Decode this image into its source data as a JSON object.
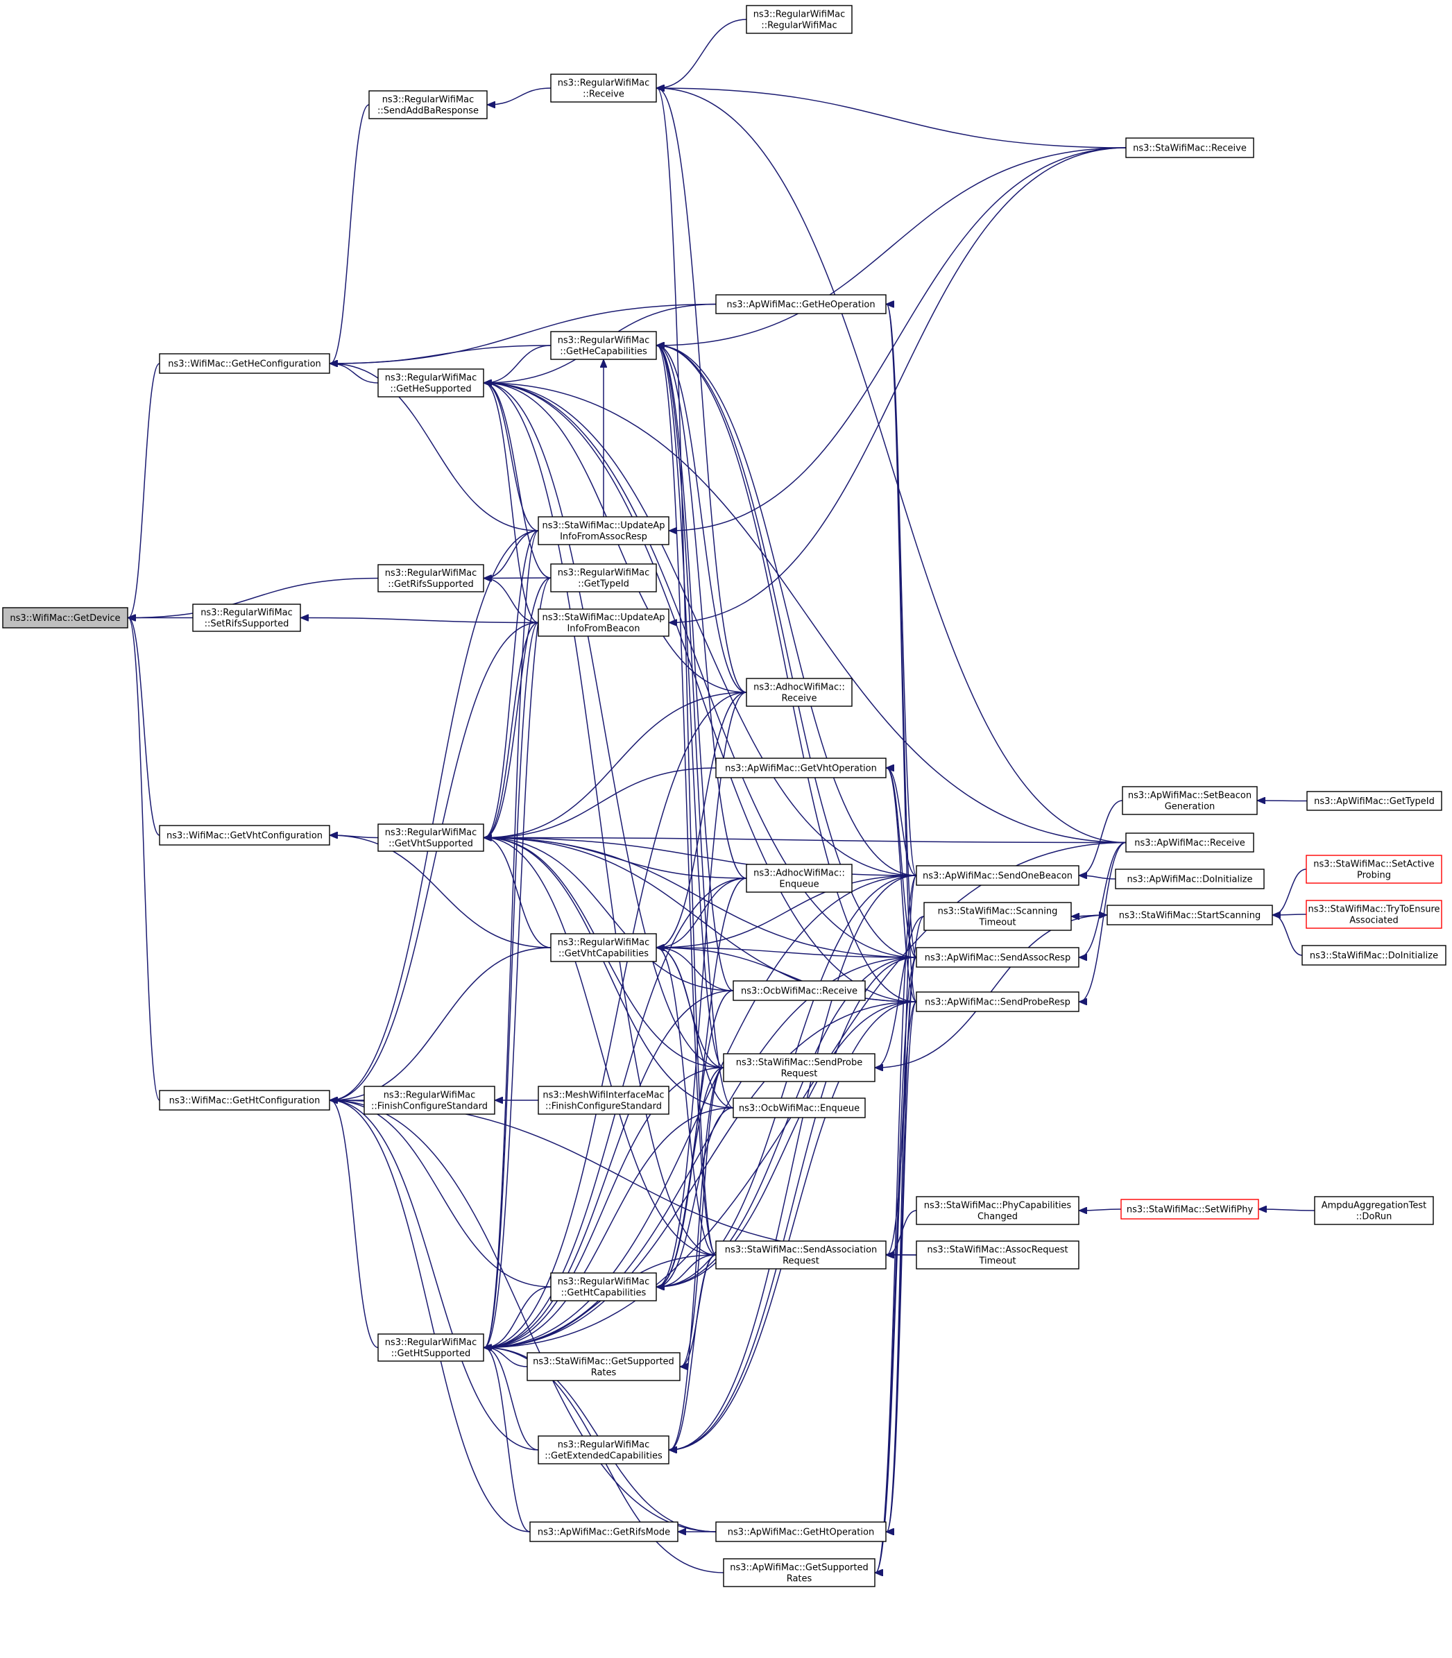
{
  "diagram": {
    "nodes": [
      {
        "id": "wm_getdevice",
        "lines": [
          "ns3::WifiMac::GetDevice"
        ],
        "focus": true
      },
      {
        "id": "rwm_setrifs",
        "lines": [
          "ns3::RegularWifiMac",
          "::SetRifsSupported"
        ]
      },
      {
        "id": "wm_gethecfg",
        "lines": [
          "ns3::WifiMac::GetHeConfiguration"
        ]
      },
      {
        "id": "wm_getvhtcfg",
        "lines": [
          "ns3::WifiMac::GetVhtConfiguration"
        ]
      },
      {
        "id": "wm_gethtcfg",
        "lines": [
          "ns3::WifiMac::GetHtConfiguration"
        ]
      },
      {
        "id": "rwm_sendaddba",
        "lines": [
          "ns3::RegularWifiMac",
          "::SendAddBaResponse"
        ]
      },
      {
        "id": "rwm_hesupp",
        "lines": [
          "ns3::RegularWifiMac",
          "::GetHeSupported"
        ]
      },
      {
        "id": "rwm_rifssupp",
        "lines": [
          "ns3::RegularWifiMac",
          "::GetRifsSupported"
        ]
      },
      {
        "id": "rwm_vhtsupp",
        "lines": [
          "ns3::RegularWifiMac",
          "::GetVhtSupported"
        ]
      },
      {
        "id": "rwm_finishcfg",
        "lines": [
          "ns3::RegularWifiMac",
          "::FinishConfigureStandard"
        ]
      },
      {
        "id": "rwm_htsupp",
        "lines": [
          "ns3::RegularWifiMac",
          "::GetHtSupported"
        ]
      },
      {
        "id": "rwm_ctor",
        "lines": [
          "ns3::RegularWifiMac",
          "::RegularWifiMac"
        ]
      },
      {
        "id": "rwm_receive",
        "lines": [
          "ns3::RegularWifiMac",
          "::Receive"
        ]
      },
      {
        "id": "rwm_hecaps",
        "lines": [
          "ns3::RegularWifiMac",
          "::GetHeCapabilities"
        ]
      },
      {
        "id": "sta_updassoc",
        "lines": [
          "ns3::StaWifiMac::UpdateAp",
          "InfoFromAssocResp"
        ]
      },
      {
        "id": "rwm_gettypeid",
        "lines": [
          "ns3::RegularWifiMac",
          "::GetTypeId"
        ]
      },
      {
        "id": "sta_updbeacon",
        "lines": [
          "ns3::StaWifiMac::UpdateAp",
          "InfoFromBeacon"
        ]
      },
      {
        "id": "rwm_vhtcaps",
        "lines": [
          "ns3::RegularWifiMac",
          "::GetVhtCapabilities"
        ]
      },
      {
        "id": "mesh_finishcfg",
        "lines": [
          "ns3::MeshWifiInterfaceMac",
          "::FinishConfigureStandard"
        ]
      },
      {
        "id": "rwm_htcaps",
        "lines": [
          "ns3::RegularWifiMac",
          "::GetHtCapabilities"
        ]
      },
      {
        "id": "sta_getsuprates",
        "lines": [
          "ns3::StaWifiMac::GetSupported",
          "Rates"
        ]
      },
      {
        "id": "rwm_extcaps",
        "lines": [
          "ns3::RegularWifiMac",
          "::GetExtendedCapabilities"
        ]
      },
      {
        "id": "ap_getrifsmode",
        "lines": [
          "ns3::ApWifiMac::GetRifsMode"
        ]
      },
      {
        "id": "ap_getheop",
        "lines": [
          "ns3::ApWifiMac::GetHeOperation"
        ]
      },
      {
        "id": "adhoc_receive",
        "lines": [
          "ns3::AdhocWifiMac::",
          "Receive"
        ]
      },
      {
        "id": "ap_getvhtop",
        "lines": [
          "ns3::ApWifiMac::GetVhtOperation"
        ]
      },
      {
        "id": "adhoc_enqueue",
        "lines": [
          "ns3::AdhocWifiMac::",
          "Enqueue"
        ]
      },
      {
        "id": "ocb_receive",
        "lines": [
          "ns3::OcbWifiMac::Receive"
        ]
      },
      {
        "id": "sta_sendprobe",
        "lines": [
          "ns3::StaWifiMac::SendProbe",
          "Request"
        ]
      },
      {
        "id": "ocb_enqueue",
        "lines": [
          "ns3::OcbWifiMac::Enqueue"
        ]
      },
      {
        "id": "sta_sendassoc",
        "lines": [
          "ns3::StaWifiMac::SendAssociation",
          "Request"
        ]
      },
      {
        "id": "ap_gethtop",
        "lines": [
          "ns3::ApWifiMac::GetHtOperation"
        ]
      },
      {
        "id": "ap_getsuprates",
        "lines": [
          "ns3::ApWifiMac::GetSupported",
          "Rates"
        ]
      },
      {
        "id": "ap_sendonebeacon",
        "lines": [
          "ns3::ApWifiMac::SendOneBeacon"
        ]
      },
      {
        "id": "sta_scantimeout",
        "lines": [
          "ns3::StaWifiMac::Scanning",
          "Timeout"
        ]
      },
      {
        "id": "ap_sendassocresp",
        "lines": [
          "ns3::ApWifiMac::SendAssocResp"
        ]
      },
      {
        "id": "ap_sendproberesp",
        "lines": [
          "ns3::ApWifiMac::SendProbeResp"
        ]
      },
      {
        "id": "sta_phycaps",
        "lines": [
          "ns3::StaWifiMac::PhyCapabilities",
          "Changed"
        ]
      },
      {
        "id": "sta_assoctimeout",
        "lines": [
          "ns3::StaWifiMac::AssocRequest",
          "Timeout"
        ]
      },
      {
        "id": "sta_receive",
        "lines": [
          "ns3::StaWifiMac::Receive"
        ]
      },
      {
        "id": "ap_setbeacongen",
        "lines": [
          "ns3::ApWifiMac::SetBeacon",
          "Generation"
        ]
      },
      {
        "id": "ap_receive",
        "lines": [
          "ns3::ApWifiMac::Receive"
        ]
      },
      {
        "id": "ap_doinit",
        "lines": [
          "ns3::ApWifiMac::DoInitialize"
        ]
      },
      {
        "id": "sta_startscan",
        "lines": [
          "ns3::StaWifiMac::StartScanning"
        ]
      },
      {
        "id": "sta_setwifiphy",
        "lines": [
          "ns3::StaWifiMac::SetWifiPhy"
        ],
        "truncated": true
      },
      {
        "id": "ap_gettypeid",
        "lines": [
          "ns3::ApWifiMac::GetTypeId"
        ]
      },
      {
        "id": "sta_setactiveprobing",
        "lines": [
          "ns3::StaWifiMac::SetActive",
          "Probing"
        ],
        "truncated": true
      },
      {
        "id": "sta_trytoensure",
        "lines": [
          "ns3::StaWifiMac::TryToEnsure",
          "Associated"
        ],
        "truncated": true
      },
      {
        "id": "sta_doinit",
        "lines": [
          "ns3::StaWifiMac::DoInitialize"
        ]
      },
      {
        "id": "ampdu_dorun",
        "lines": [
          "AmpduAggregationTest",
          "::DoRun"
        ]
      }
    ],
    "edges": [
      [
        "rwm_setrifs",
        "wm_getdevice"
      ],
      [
        "wm_gethecfg",
        "wm_getdevice"
      ],
      [
        "wm_getvhtcfg",
        "wm_getdevice"
      ],
      [
        "wm_gethtcfg",
        "wm_getdevice"
      ],
      [
        "rwm_rifssupp",
        "wm_getdevice"
      ],
      [
        "sta_updbeacon",
        "rwm_setrifs"
      ],
      [
        "rwm_sendaddba",
        "wm_gethecfg"
      ],
      [
        "rwm_hesupp",
        "wm_gethecfg"
      ],
      [
        "rwm_hecaps",
        "wm_gethecfg"
      ],
      [
        "sta_updassoc",
        "wm_gethecfg"
      ],
      [
        "ap_getheop",
        "wm_gethecfg"
      ],
      [
        "rwm_vhtsupp",
        "wm_getvhtcfg"
      ],
      [
        "rwm_vhtcaps",
        "wm_getvhtcfg"
      ],
      [
        "rwm_finishcfg",
        "wm_gethtcfg"
      ],
      [
        "rwm_htsupp",
        "wm_gethtcfg"
      ],
      [
        "rwm_htcaps",
        "wm_gethtcfg"
      ],
      [
        "rwm_vhtcaps",
        "wm_gethtcfg"
      ],
      [
        "sta_updassoc",
        "wm_gethtcfg"
      ],
      [
        "sta_updbeacon",
        "wm_gethtcfg"
      ],
      [
        "ap_getrifsmode",
        "wm_gethtcfg"
      ],
      [
        "ap_gethtop",
        "wm_gethtcfg"
      ],
      [
        "rwm_extcaps",
        "wm_gethtcfg"
      ],
      [
        "sta_assoctimeout",
        "wm_gethtcfg"
      ],
      [
        "rwm_receive",
        "rwm_sendaddba"
      ],
      [
        "rwm_ctor",
        "rwm_receive"
      ],
      [
        "sta_receive",
        "rwm_receive"
      ],
      [
        "ap_receive",
        "rwm_receive"
      ],
      [
        "adhoc_receive",
        "rwm_receive"
      ],
      [
        "sta_sendassoc",
        "rwm_receive"
      ],
      [
        "rwm_hecaps",
        "rwm_hesupp"
      ],
      [
        "sta_updassoc",
        "rwm_hesupp"
      ],
      [
        "rwm_gettypeid",
        "rwm_hesupp"
      ],
      [
        "sta_updbeacon",
        "rwm_hesupp"
      ],
      [
        "ap_getheop",
        "rwm_hesupp"
      ],
      [
        "adhoc_receive",
        "rwm_hesupp"
      ],
      [
        "ap_sendonebeacon",
        "rwm_hesupp"
      ],
      [
        "sta_sendassoc",
        "rwm_hesupp"
      ],
      [
        "ap_sendassocresp",
        "rwm_hesupp"
      ],
      [
        "ap_sendproberesp",
        "rwm_hesupp"
      ],
      [
        "sta_sendprobe",
        "rwm_hesupp"
      ],
      [
        "ap_receive",
        "rwm_hesupp"
      ],
      [
        "sta_updassoc",
        "rwm_rifssupp"
      ],
      [
        "rwm_gettypeid",
        "rwm_rifssupp"
      ],
      [
        "sta_updbeacon",
        "rwm_rifssupp"
      ],
      [
        "rwm_vhtcaps",
        "rwm_vhtsupp"
      ],
      [
        "adhoc_receive",
        "rwm_vhtsupp"
      ],
      [
        "ap_getvhtop",
        "rwm_vhtsupp"
      ],
      [
        "adhoc_enqueue",
        "rwm_vhtsupp"
      ],
      [
        "ocb_receive",
        "rwm_vhtsupp"
      ],
      [
        "sta_sendprobe",
        "rwm_vhtsupp"
      ],
      [
        "ocb_enqueue",
        "rwm_vhtsupp"
      ],
      [
        "sta_sendassoc",
        "rwm_vhtsupp"
      ],
      [
        "ap_sendonebeacon",
        "rwm_vhtsupp"
      ],
      [
        "ap_sendassocresp",
        "rwm_vhtsupp"
      ],
      [
        "ap_sendproberesp",
        "rwm_vhtsupp"
      ],
      [
        "sta_updassoc",
        "rwm_vhtsupp"
      ],
      [
        "sta_updbeacon",
        "rwm_vhtsupp"
      ],
      [
        "rwm_gettypeid",
        "rwm_vhtsupp"
      ],
      [
        "ap_receive",
        "rwm_vhtsupp"
      ],
      [
        "mesh_finishcfg",
        "rwm_finishcfg"
      ],
      [
        "rwm_htcaps",
        "rwm_htsupp"
      ],
      [
        "sta_getsuprates",
        "rwm_htsupp"
      ],
      [
        "rwm_extcaps",
        "rwm_htsupp"
      ],
      [
        "ap_getrifsmode",
        "rwm_htsupp"
      ],
      [
        "ap_gethtop",
        "rwm_htsupp"
      ],
      [
        "ap_getsuprates",
        "rwm_htsupp"
      ],
      [
        "sta_sendassoc",
        "rwm_htsupp"
      ],
      [
        "ap_sendassocresp",
        "rwm_htsupp"
      ],
      [
        "ap_sendproberesp",
        "rwm_htsupp"
      ],
      [
        "ap_sendonebeacon",
        "rwm_htsupp"
      ],
      [
        "adhoc_receive",
        "rwm_htsupp"
      ],
      [
        "adhoc_enqueue",
        "rwm_htsupp"
      ],
      [
        "ocb_receive",
        "rwm_htsupp"
      ],
      [
        "ocb_enqueue",
        "rwm_htsupp"
      ],
      [
        "sta_sendprobe",
        "rwm_htsupp"
      ],
      [
        "sta_updbeacon",
        "rwm_htsupp"
      ],
      [
        "sta_updassoc",
        "rwm_htsupp"
      ],
      [
        "rwm_gettypeid",
        "rwm_htsupp"
      ],
      [
        "ap_receive",
        "rwm_htsupp"
      ],
      [
        "sta_updassoc",
        "rwm_hecaps"
      ],
      [
        "adhoc_receive",
        "rwm_hecaps"
      ],
      [
        "adhoc_enqueue",
        "rwm_hecaps"
      ],
      [
        "ocb_receive",
        "rwm_hecaps"
      ],
      [
        "sta_sendprobe",
        "rwm_hecaps"
      ],
      [
        "ocb_enqueue",
        "rwm_hecaps"
      ],
      [
        "sta_sendassoc",
        "rwm_hecaps"
      ],
      [
        "ap_sendonebeacon",
        "rwm_hecaps"
      ],
      [
        "ap_sendassocresp",
        "rwm_hecaps"
      ],
      [
        "ap_sendproberesp",
        "rwm_hecaps"
      ],
      [
        "sta_receive",
        "rwm_hecaps"
      ],
      [
        "adhoc_receive",
        "rwm_vhtcaps"
      ],
      [
        "adhoc_enqueue",
        "rwm_vhtcaps"
      ],
      [
        "ocb_receive",
        "rwm_vhtcaps"
      ],
      [
        "sta_sendprobe",
        "rwm_vhtcaps"
      ],
      [
        "ocb_enqueue",
        "rwm_vhtcaps"
      ],
      [
        "sta_sendassoc",
        "rwm_vhtcaps"
      ],
      [
        "ap_sendonebeacon",
        "rwm_vhtcaps"
      ],
      [
        "ap_sendassocresp",
        "rwm_vhtcaps"
      ],
      [
        "ap_sendproberesp",
        "rwm_vhtcaps"
      ],
      [
        "adhoc_receive",
        "rwm_htcaps"
      ],
      [
        "adhoc_enqueue",
        "rwm_htcaps"
      ],
      [
        "ocb_receive",
        "rwm_htcaps"
      ],
      [
        "sta_sendprobe",
        "rwm_htcaps"
      ],
      [
        "ocb_enqueue",
        "rwm_htcaps"
      ],
      [
        "sta_sendassoc",
        "rwm_htcaps"
      ],
      [
        "ap_sendonebeacon",
        "rwm_htcaps"
      ],
      [
        "ap_sendassocresp",
        "rwm_htcaps"
      ],
      [
        "ap_sendproberesp",
        "rwm_htcaps"
      ],
      [
        "sta_sendprobe",
        "sta_getsuprates"
      ],
      [
        "sta_sendassoc",
        "sta_getsuprates"
      ],
      [
        "ap_sendassocresp",
        "rwm_extcaps"
      ],
      [
        "ap_sendproberesp",
        "rwm_extcaps"
      ],
      [
        "ap_sendonebeacon",
        "rwm_extcaps"
      ],
      [
        "sta_sendassoc",
        "rwm_extcaps"
      ],
      [
        "sta_sendprobe",
        "rwm_extcaps"
      ],
      [
        "ap_gethtop",
        "ap_getrifsmode"
      ],
      [
        "ap_sendonebeacon",
        "ap_getheop"
      ],
      [
        "ap_sendassocresp",
        "ap_getheop"
      ],
      [
        "ap_sendproberesp",
        "ap_getheop"
      ],
      [
        "ap_sendonebeacon",
        "ap_getvhtop"
      ],
      [
        "ap_sendassocresp",
        "ap_getvhtop"
      ],
      [
        "ap_sendproberesp",
        "ap_getvhtop"
      ],
      [
        "ap_sendonebeacon",
        "ap_gethtop"
      ],
      [
        "ap_sendassocresp",
        "ap_gethtop"
      ],
      [
        "ap_sendproberesp",
        "ap_gethtop"
      ],
      [
        "ap_sendassocresp",
        "ap_getsuprates"
      ],
      [
        "ap_sendproberesp",
        "ap_getsuprates"
      ],
      [
        "ap_sendonebeacon",
        "ap_getsuprates"
      ],
      [
        "sta_startscan",
        "sta_sendprobe"
      ],
      [
        "sta_scantimeout",
        "sta_sendprobe"
      ],
      [
        "sta_phycaps",
        "sta_sendassoc"
      ],
      [
        "sta_assoctimeout",
        "sta_sendassoc"
      ],
      [
        "sta_scantimeout",
        "sta_sendassoc"
      ],
      [
        "sta_receive",
        "sta_updassoc"
      ],
      [
        "sta_receive",
        "sta_updbeacon"
      ],
      [
        "ap_setbeacongen",
        "ap_sendonebeacon"
      ],
      [
        "ap_doinit",
        "ap_sendonebeacon"
      ],
      [
        "ap_receive",
        "ap_sendassocresp"
      ],
      [
        "ap_receive",
        "ap_sendproberesp"
      ],
      [
        "sta_startscan",
        "sta_scantimeout"
      ],
      [
        "sta_scantimeout",
        "sta_startscan"
      ],
      [
        "ap_gettypeid",
        "ap_setbeacongen"
      ],
      [
        "sta_setactiveprobing",
        "sta_startscan"
      ],
      [
        "sta_trytoensure",
        "sta_startscan"
      ],
      [
        "sta_doinit",
        "sta_startscan"
      ],
      [
        "sta_setwifiphy",
        "sta_phycaps"
      ],
      [
        "ampdu_dorun",
        "sta_setwifiphy"
      ]
    ]
  }
}
